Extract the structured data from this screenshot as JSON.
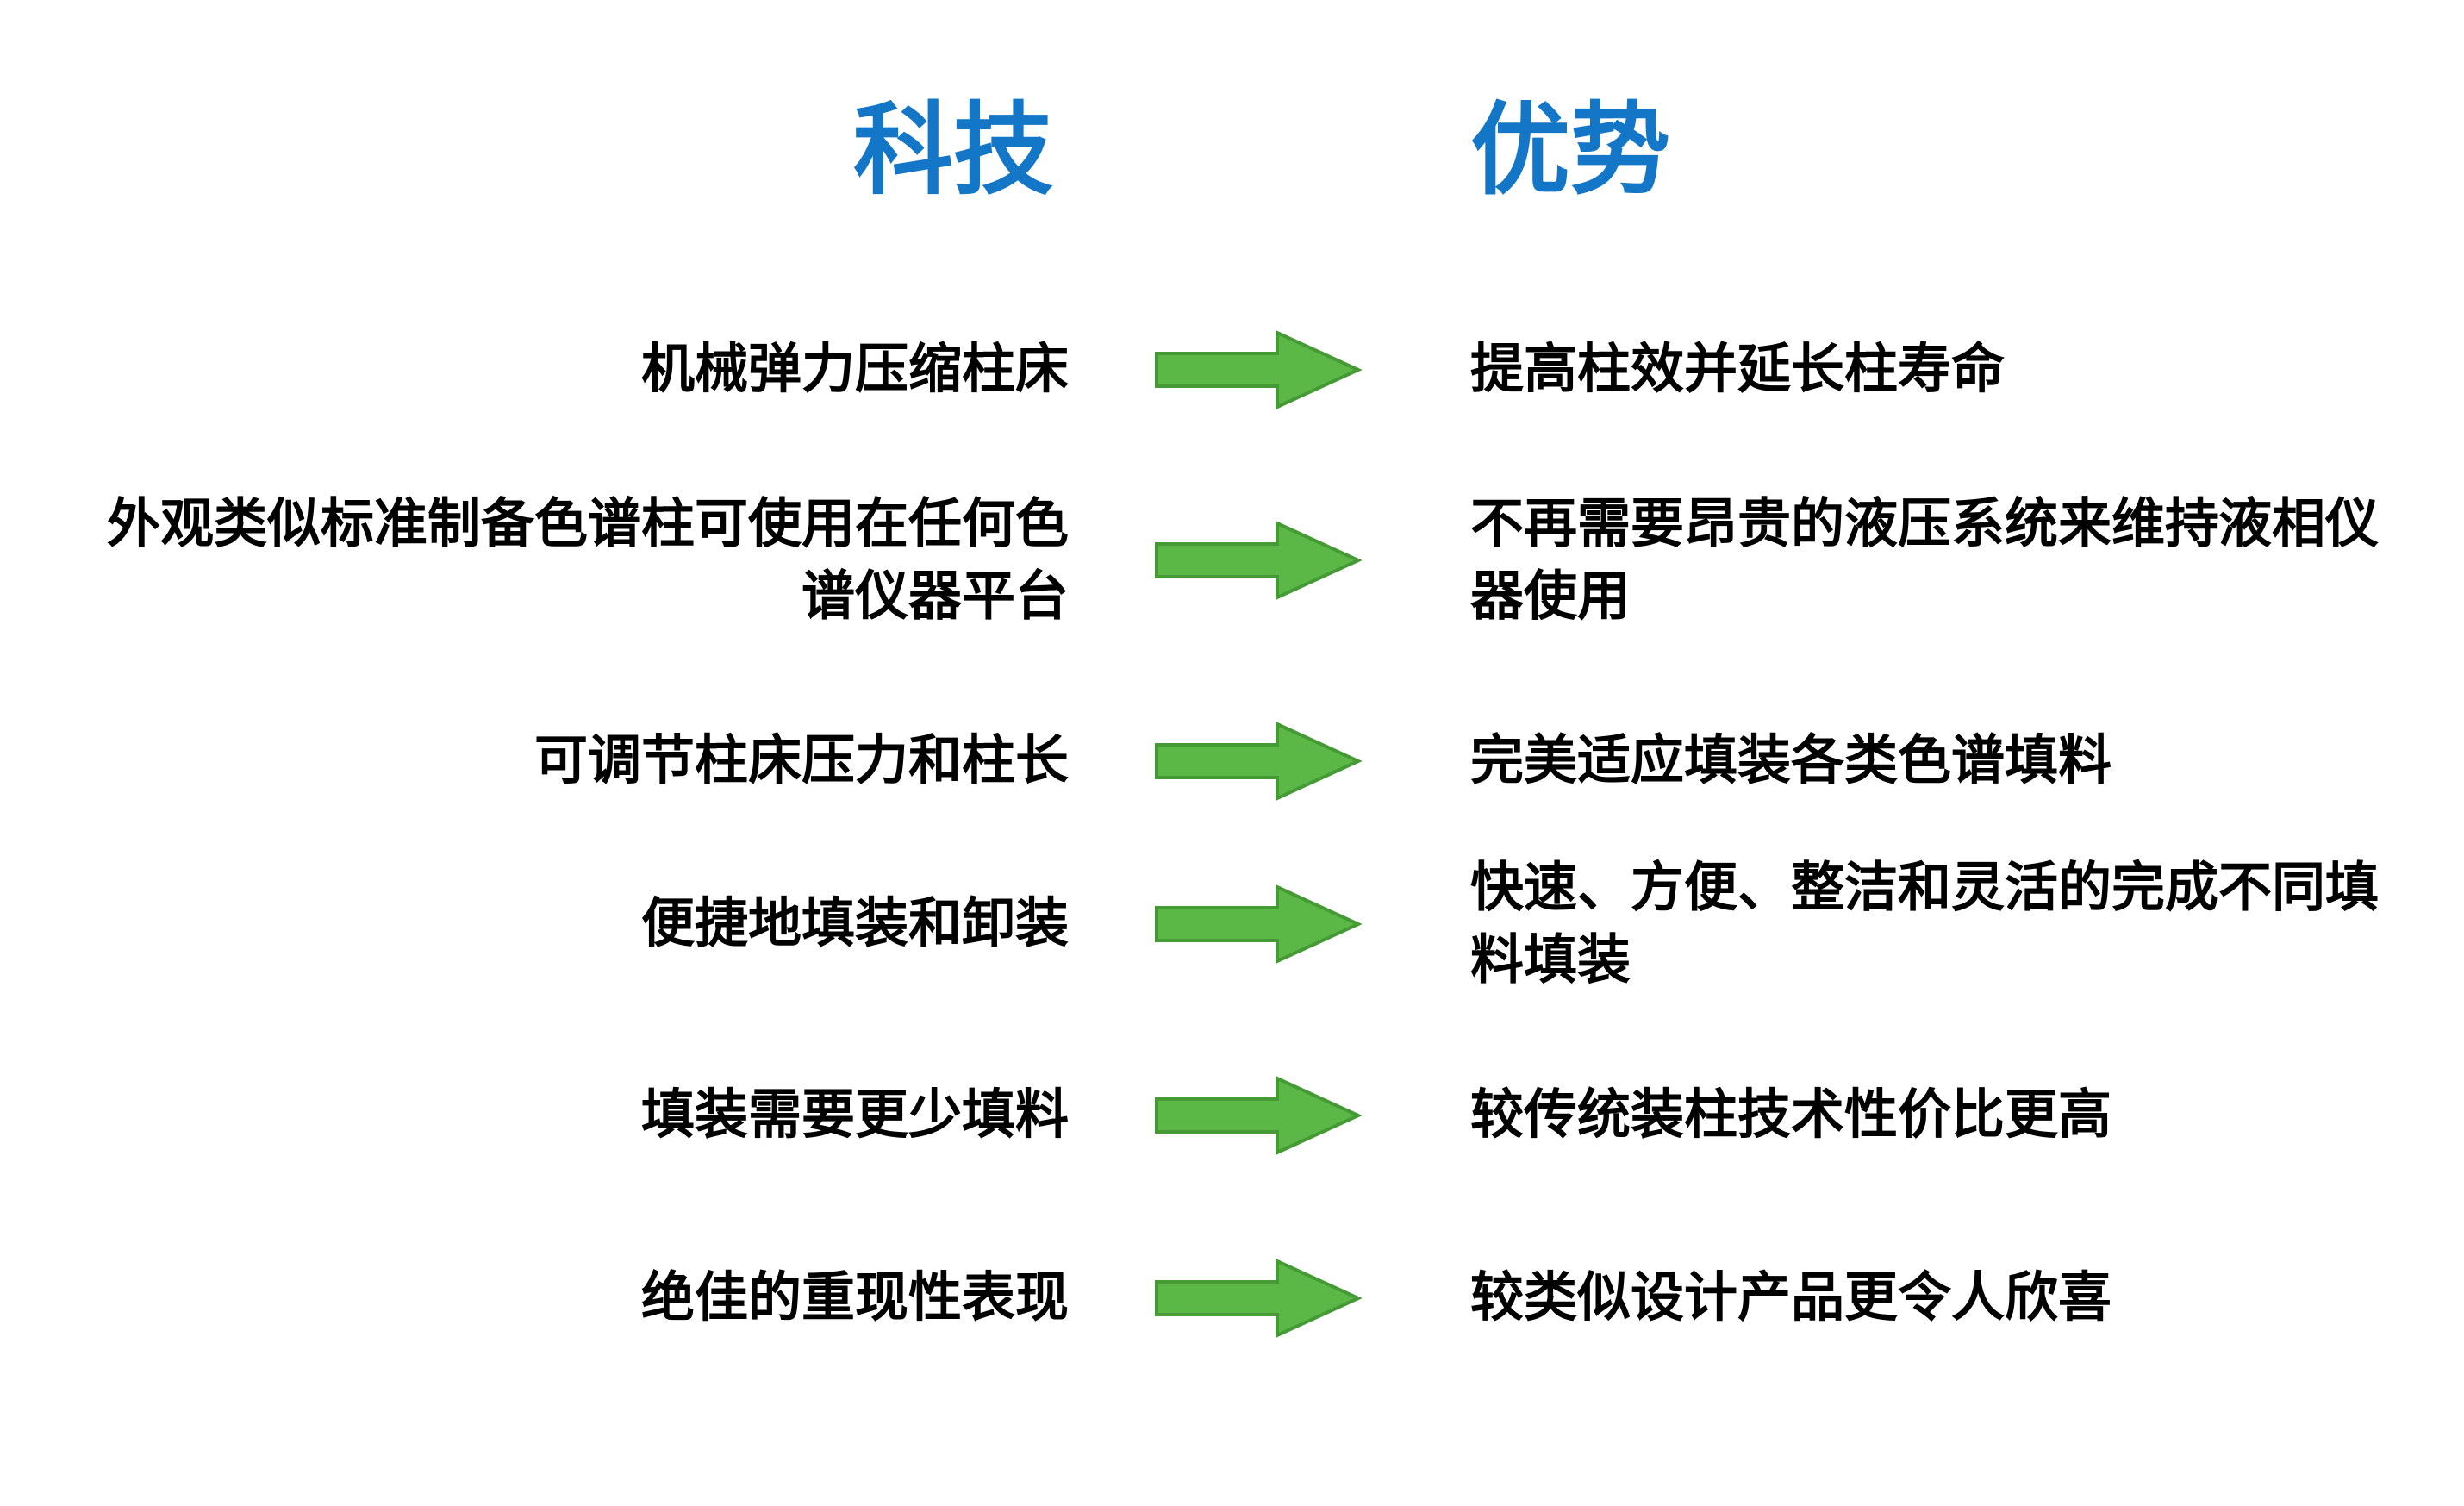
{
  "page": {
    "background_color": "#ffffff",
    "header_color": "#1476C6",
    "arrow_fill_color": "#5BB847",
    "arrow_border_color": "#459A35",
    "text_color": "#000000"
  },
  "headers": {
    "tech": "科技",
    "benefit": "优势"
  },
  "rows": [
    {
      "tech": "机械弹力压缩柱床",
      "benefit": "提高柱效并延长柱寿命"
    },
    {
      "tech": "外观类似标准制备色谱柱可使用在任何色谱仪器平台",
      "benefit": "不再需要昂贵的液压系统来维持液相仪器使用"
    },
    {
      "tech": "可调节柱床压力和柱长",
      "benefit": "完美适应填装各类色谱填料"
    },
    {
      "tech": "便捷地填装和卸装",
      "benefit": "快速、方便、整洁和灵活的完成不同填料填装"
    },
    {
      "tech": "填装需要更少填料",
      "benefit": "较传统装柱技术性价比更高"
    },
    {
      "tech": "绝佳的重现性表现",
      "benefit": "较类似设计产品更令人欣喜"
    }
  ]
}
